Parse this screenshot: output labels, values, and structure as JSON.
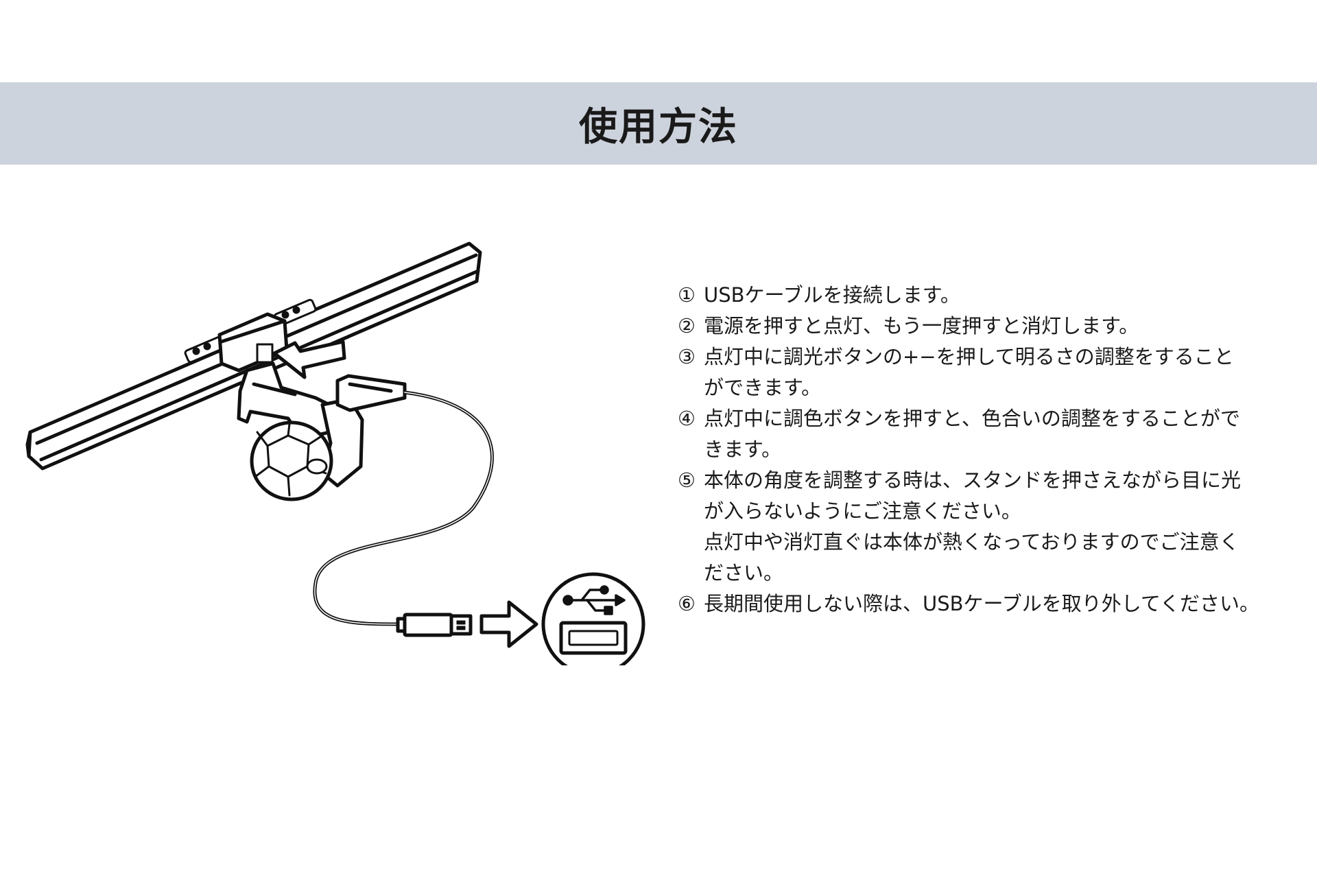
{
  "header": {
    "title": "使用方法"
  },
  "illustration": {
    "icon": "usb-icon"
  },
  "steps": [
    {
      "num": "①",
      "lines": [
        "USBケーブルを接続します。"
      ]
    },
    {
      "num": "②",
      "lines": [
        "電源を押すと点灯、もう一度押すと消灯します。"
      ]
    },
    {
      "num": "③",
      "lines": [
        "点灯中に調光ボタンの+−を押して明るさの調整をすること",
        "ができます。"
      ]
    },
    {
      "num": "④",
      "lines": [
        "点灯中に調色ボタンを押すと、色合いの調整をすることがで",
        "きます。"
      ]
    },
    {
      "num": "⑤",
      "lines": [
        "本体の角度を調整する時は、スタンドを押さえながら目に光",
        "が入らないようにご注意ください。",
        "点灯中や消灯直ぐは本体が熱くなっておりますのでご注意く",
        "ださい。"
      ]
    },
    {
      "num": "⑥",
      "lines": [
        "長期間使用しない際は、USBケーブルを取り外してください。"
      ]
    }
  ]
}
